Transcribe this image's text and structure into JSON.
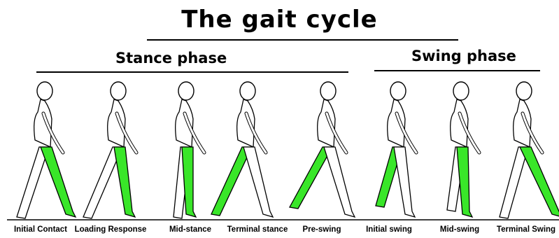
{
  "title": "The gait cycle",
  "phases": {
    "stance": "Stance phase",
    "swing": "Swing phase"
  },
  "figures": [
    {
      "label": "Initial Contact",
      "highlight": "front-leg"
    },
    {
      "label": "Loading Response",
      "highlight": "front-leg"
    },
    {
      "label": "Mid-stance",
      "highlight": "stance-leg"
    },
    {
      "label": "Terminal stance",
      "highlight": "rear-leg"
    },
    {
      "label": "Pre-swing",
      "highlight": "rear-leg"
    },
    {
      "label": "Initial swing",
      "highlight": "rear-leg"
    },
    {
      "label": "Mid-swing",
      "highlight": "swing-leg"
    },
    {
      "label": "Terminal Swing",
      "highlight": "front-leg"
    }
  ],
  "colors": {
    "highlight": "#39e629",
    "outline": "#000000"
  }
}
